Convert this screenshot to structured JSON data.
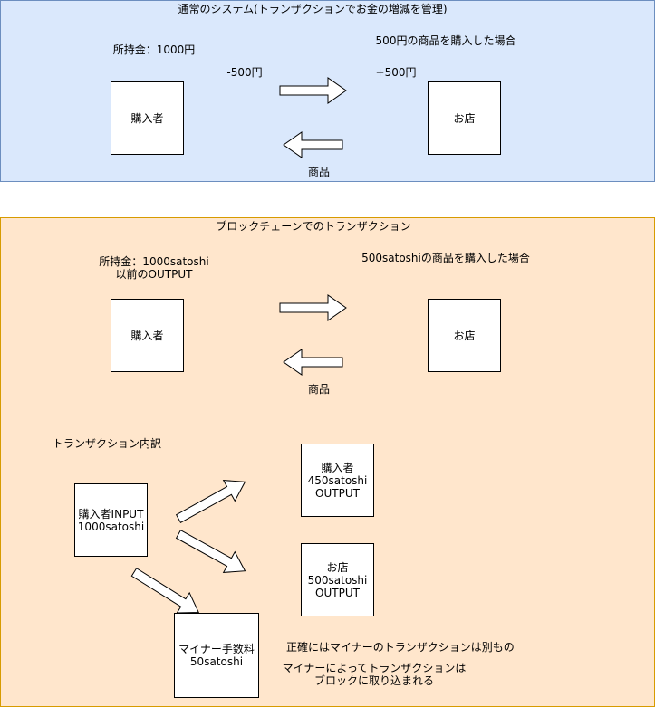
{
  "normal": {
    "title": "通常のシステム(トランザクションでお金の増減を管理)",
    "balance": "所持金：1000円",
    "purchase": "500円の商品を購入した場合",
    "minus": "-500円",
    "plus": "+500円",
    "buyer": "購入者",
    "shop": "お店",
    "goods": "商品"
  },
  "blockchain": {
    "title": "ブロックチェーンでのトランザクション",
    "balance_line1": "所持金：1000satoshi",
    "balance_line2": "以前のOUTPUT",
    "purchase": "500satoshiの商品を購入した場合",
    "buyer": "購入者",
    "shop": "お店",
    "goods": "商品",
    "breakdown_title": "トランザクション内訳",
    "input_box": "購入者INPUT\n1000satoshi",
    "output_buyer": "購入者\n450satoshi\nOUTPUT",
    "output_shop": "お店\n500satoshi\nOUTPUT",
    "miner_fee": "マイナー手数料\n50satoshi",
    "note1": "正確にはマイナーのトランザクションは別もの",
    "note2_line1": "マイナーによってトランザクションは",
    "note2_line2": "ブロックに取り込まれる"
  },
  "colors": {
    "top_fill": "#dae8fc",
    "top_stroke": "#6c8ebf",
    "bottom_fill": "#ffe6cc",
    "bottom_stroke": "#d79b00"
  }
}
